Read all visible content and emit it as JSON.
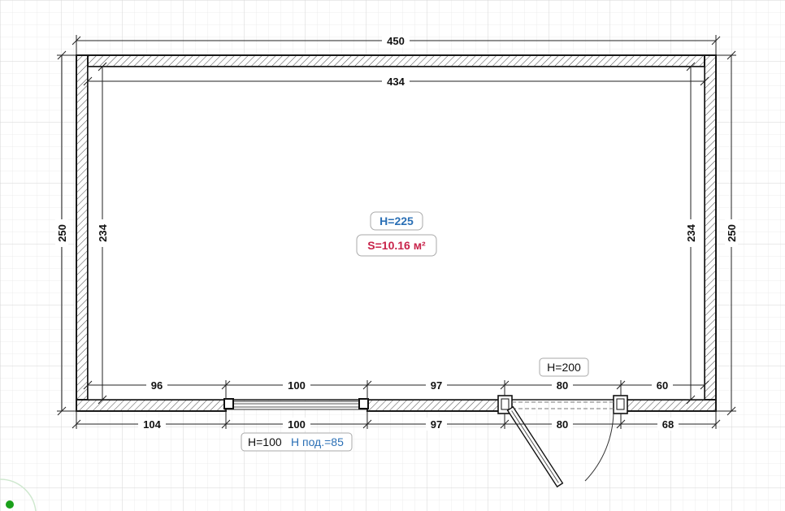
{
  "plan": {
    "dimensions": {
      "outer_top": "450",
      "inner_top": "434",
      "outer_left": "250",
      "inner_left": "234",
      "inner_right": "234",
      "outer_right": "250",
      "inner_bottom": [
        "96",
        "100",
        "97",
        "80",
        "60"
      ],
      "outer_bottom": [
        "104",
        "100",
        "97",
        "80",
        "68"
      ]
    },
    "room": {
      "height_label": "H=225",
      "area_label": "S=10.16 м²"
    },
    "door": {
      "height_label": "H=200"
    },
    "window": {
      "height_label": "H=100",
      "sill_label": "H под.=85"
    }
  },
  "colors": {
    "grid": "#dedede",
    "wall": "#1a1a1a",
    "height_text": "#2a6fb5",
    "area_text": "#c8234a",
    "indicator": "#1aa01a"
  }
}
